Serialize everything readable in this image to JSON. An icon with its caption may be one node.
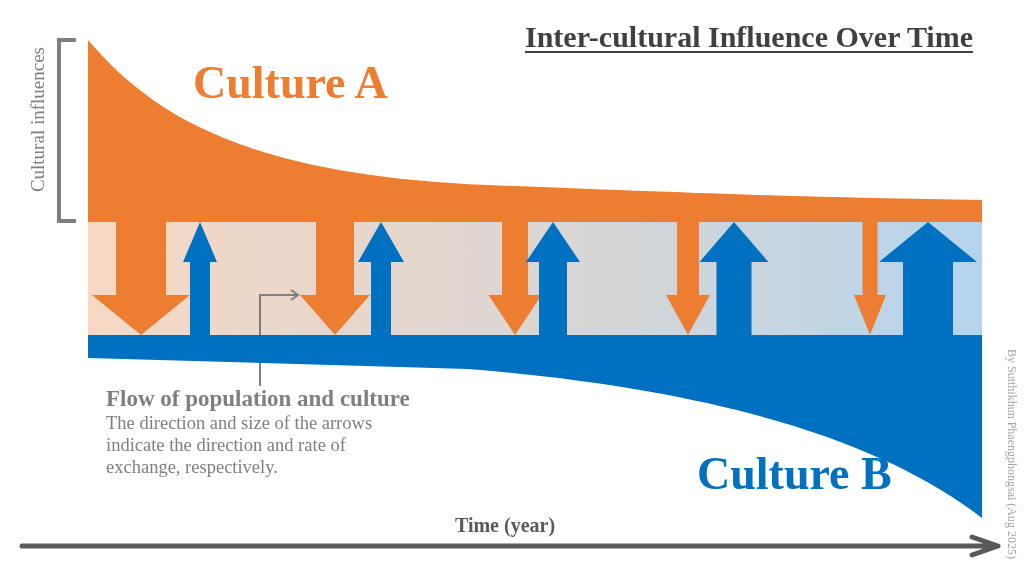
{
  "diagram": {
    "title": "Inter-cultural Influence Over Time",
    "nodes": [
      {
        "text": [
          "Culture A"
        ]
      },
      {
        "text": [
          "Culture B"
        ]
      },
      {
        "text": [
          "Flow of population and culture",
          "The direction and size of the arrows indicate the direction and rate of exchange, respectively."
        ]
      }
    ],
    "edges": [
      {
        "from": 0,
        "to": 1,
        "arrow": "to",
        "color": "#ed7d31"
      },
      {
        "from": 1,
        "to": 0,
        "arrow": "to",
        "color": "#0070c0"
      },
      {
        "from": 0,
        "to": 1,
        "arrow": "to",
        "color": "#ed7d31"
      },
      {
        "from": 1,
        "to": 0,
        "arrow": "to",
        "color": "#0070c0"
      },
      {
        "from": 0,
        "to": 1,
        "arrow": "to",
        "color": "#ed7d31"
      },
      {
        "from": 1,
        "to": 0,
        "arrow": "to",
        "color": "#0070c0"
      },
      {
        "from": 0,
        "to": 1,
        "arrow": "to",
        "color": "#ed7d31"
      },
      {
        "from": 1,
        "to": 0,
        "arrow": "to",
        "color": "#0070c0"
      },
      {
        "from": 0,
        "to": 1,
        "arrow": "to",
        "color": "#ed7d31"
      },
      {
        "from": 1,
        "to": 0,
        "arrow": "to",
        "color": "#0070c0"
      },
      {
        "from": 2,
        "to": null,
        "arrow": "to",
        "color": "#7f7f7f"
      }
    ],
    "labels": [
      "Cultural influences",
      "Time (year)",
      "By Sutthikhun Phaengphongsai (Aug 2025)"
    ]
  }
}
